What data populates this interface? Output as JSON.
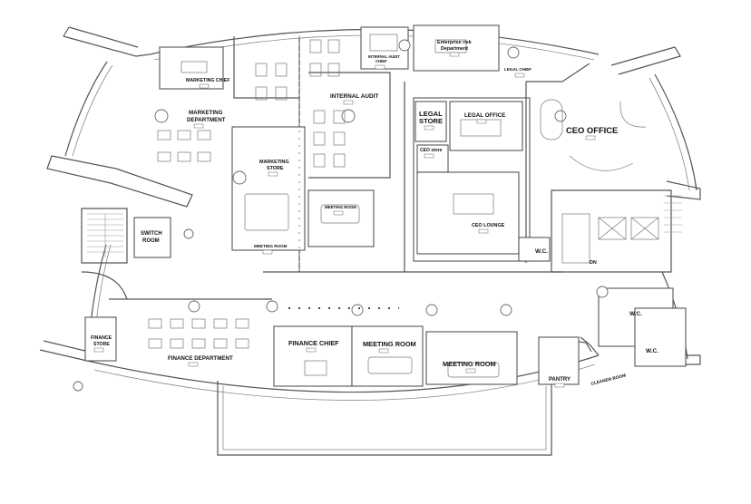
{
  "floorplan": {
    "rooms": {
      "marketing_chief": "MARKETING CHIEF",
      "internal_audit_chief": "INTERNAL AUDIT CHIEF",
      "enterprise_risk_dept": "Enterprise risk Department",
      "legal_chief": "LEGAL CHIEF",
      "marketing_department": "MARKETING DEPARTMENT",
      "internal_audit": "INTERNAL AUDIT",
      "legal_store": "LEGAL STORE",
      "legal_office": "LEGAL OFFICE",
      "ceo_office": "CEO OFFICE",
      "marketing_store": "MARKETING STORE",
      "ceo_store": "CEO store",
      "meeting_room_small": "MEETING ROOM",
      "meeting_room_left": "MEETING ROOM",
      "ceo_lounge": "CEO LOUNGE",
      "switch_room": "SWITCH ROOM",
      "wc_ceo": "W.C.",
      "wc_right_1": "W.C.",
      "wc_right_2": "W.C.",
      "dn": "DN",
      "finance_store": "FINANCE STORE",
      "finance_department": "FINANCE DEPARTMENT",
      "finance_chief": "FINANCE CHIEF",
      "meeting_room_center": "MEETING ROOM",
      "meeting_room_right": "MEETING ROOM",
      "pantry": "PANTRY",
      "cleaner_room": "CLEANER ROOM"
    }
  }
}
